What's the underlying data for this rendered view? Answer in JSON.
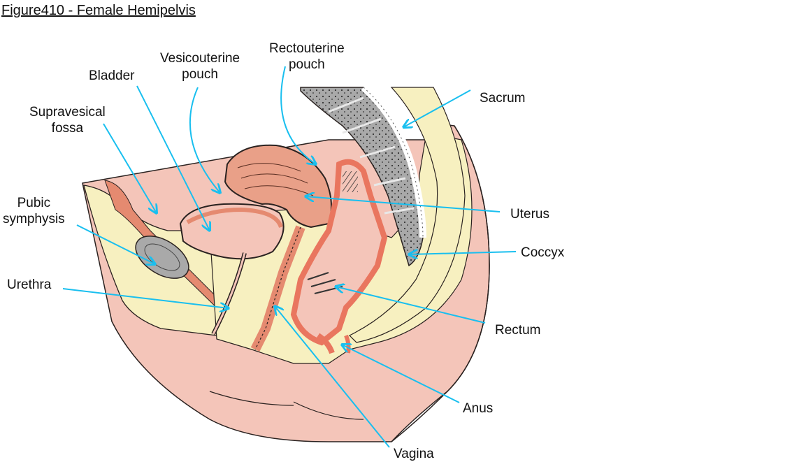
{
  "figure": {
    "title": "Figure410 - Female Hemipelvis",
    "leader_color": "#19bfef",
    "colors": {
      "fat": "#f7f0c0",
      "skin": "#f4c5b9",
      "muscle": "#e58a70",
      "bone": "#a8a8a8",
      "rectum_wall": "#e9765f",
      "outline": "#2a2220"
    }
  },
  "labels": {
    "bladder": "Bladder",
    "vesicouterine_1": "Vesicouterine",
    "vesicouterine_2": "pouch",
    "rectouterine_1": "Rectouterine",
    "rectouterine_2": "pouch",
    "supravesical_1": "Supravesical",
    "supravesical_2": "fossa",
    "pubic_1": "Pubic",
    "pubic_2": "symphysis",
    "urethra": "Urethra",
    "sacrum": "Sacrum",
    "uterus": "Uterus",
    "coccyx": "Coccyx",
    "rectum": "Rectum",
    "anus": "Anus",
    "vagina": "Vagina"
  }
}
